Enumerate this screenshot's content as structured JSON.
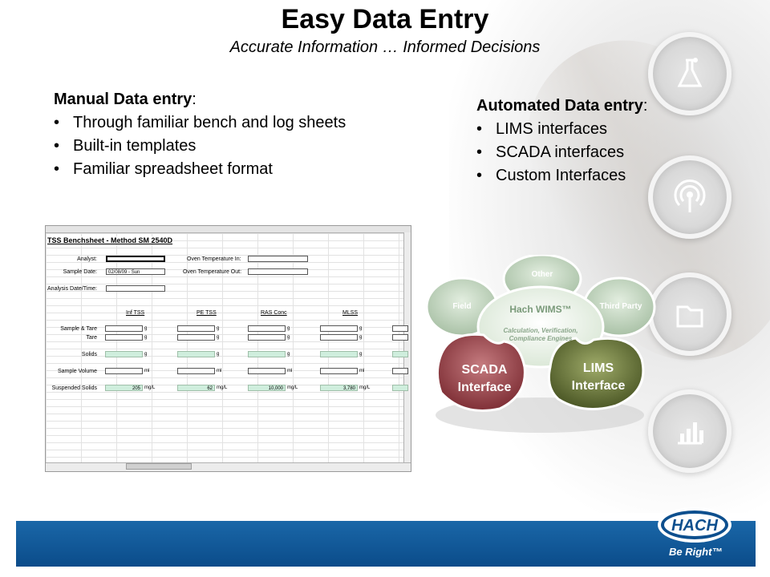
{
  "header": {
    "title": "Easy Data Entry",
    "subtitle": "Accurate Information … Informed Decisions"
  },
  "manual": {
    "heading_bold": "Manual Data entry",
    "heading_colon": ":",
    "bullets": [
      "Through familiar bench and log sheets",
      "Built-in templates",
      "Familiar spreadsheet format"
    ]
  },
  "automated": {
    "heading_bold": "Automated Data entry",
    "heading_colon": ":",
    "bullets": [
      "LIMS interfaces",
      "SCADA interfaces",
      "Custom Interfaces"
    ]
  },
  "sheet": {
    "title": "TSS Benchsheet - Method SM 2540D",
    "labels": {
      "analyst": "Analyst:",
      "sample_date": "Sample Date:",
      "analysis_date": "Analysis Date/Time:",
      "oven_in": "Oven Temperature In:",
      "oven_out": "Oven Temperature Out:",
      "sample_tare": "Sample & Tare",
      "tare": "Tare",
      "solids": "Solids",
      "sample_volume": "Sample Volume",
      "suspended_solids": "Suspended Solids"
    },
    "sample_date_value": "02/08/09 - Sun",
    "columns": [
      "Inf TSS",
      "PE TSS",
      "RAS Conc",
      "MLSS"
    ],
    "units": {
      "g": "g",
      "ml": "ml",
      "mgl": "mg/L"
    },
    "suspended_values": [
      "205",
      "62",
      "10,000",
      "3,780"
    ]
  },
  "puzzle": {
    "center_title": "Hach WIMS™",
    "center_sub1": "Calculation, Verification,",
    "center_sub2": "Compliance Engines",
    "other": "Other",
    "field": "Field",
    "third_party": "Third Party",
    "scada_line1": "SCADA",
    "scada_line2": "Interface",
    "lims_line1": "LIMS",
    "lims_line2": "Interface"
  },
  "footer": {
    "logo_text": "HACH",
    "tagline": "Be Right™"
  },
  "icons": [
    "flask-icon",
    "signal-icon",
    "folder-icon",
    "bar-chart-icon"
  ],
  "colors": {
    "footer_blue": "#0b4c8a",
    "scada_red": "#a3474f",
    "lims_olive": "#6c7a3a",
    "light_green": "#cfe2cb"
  }
}
